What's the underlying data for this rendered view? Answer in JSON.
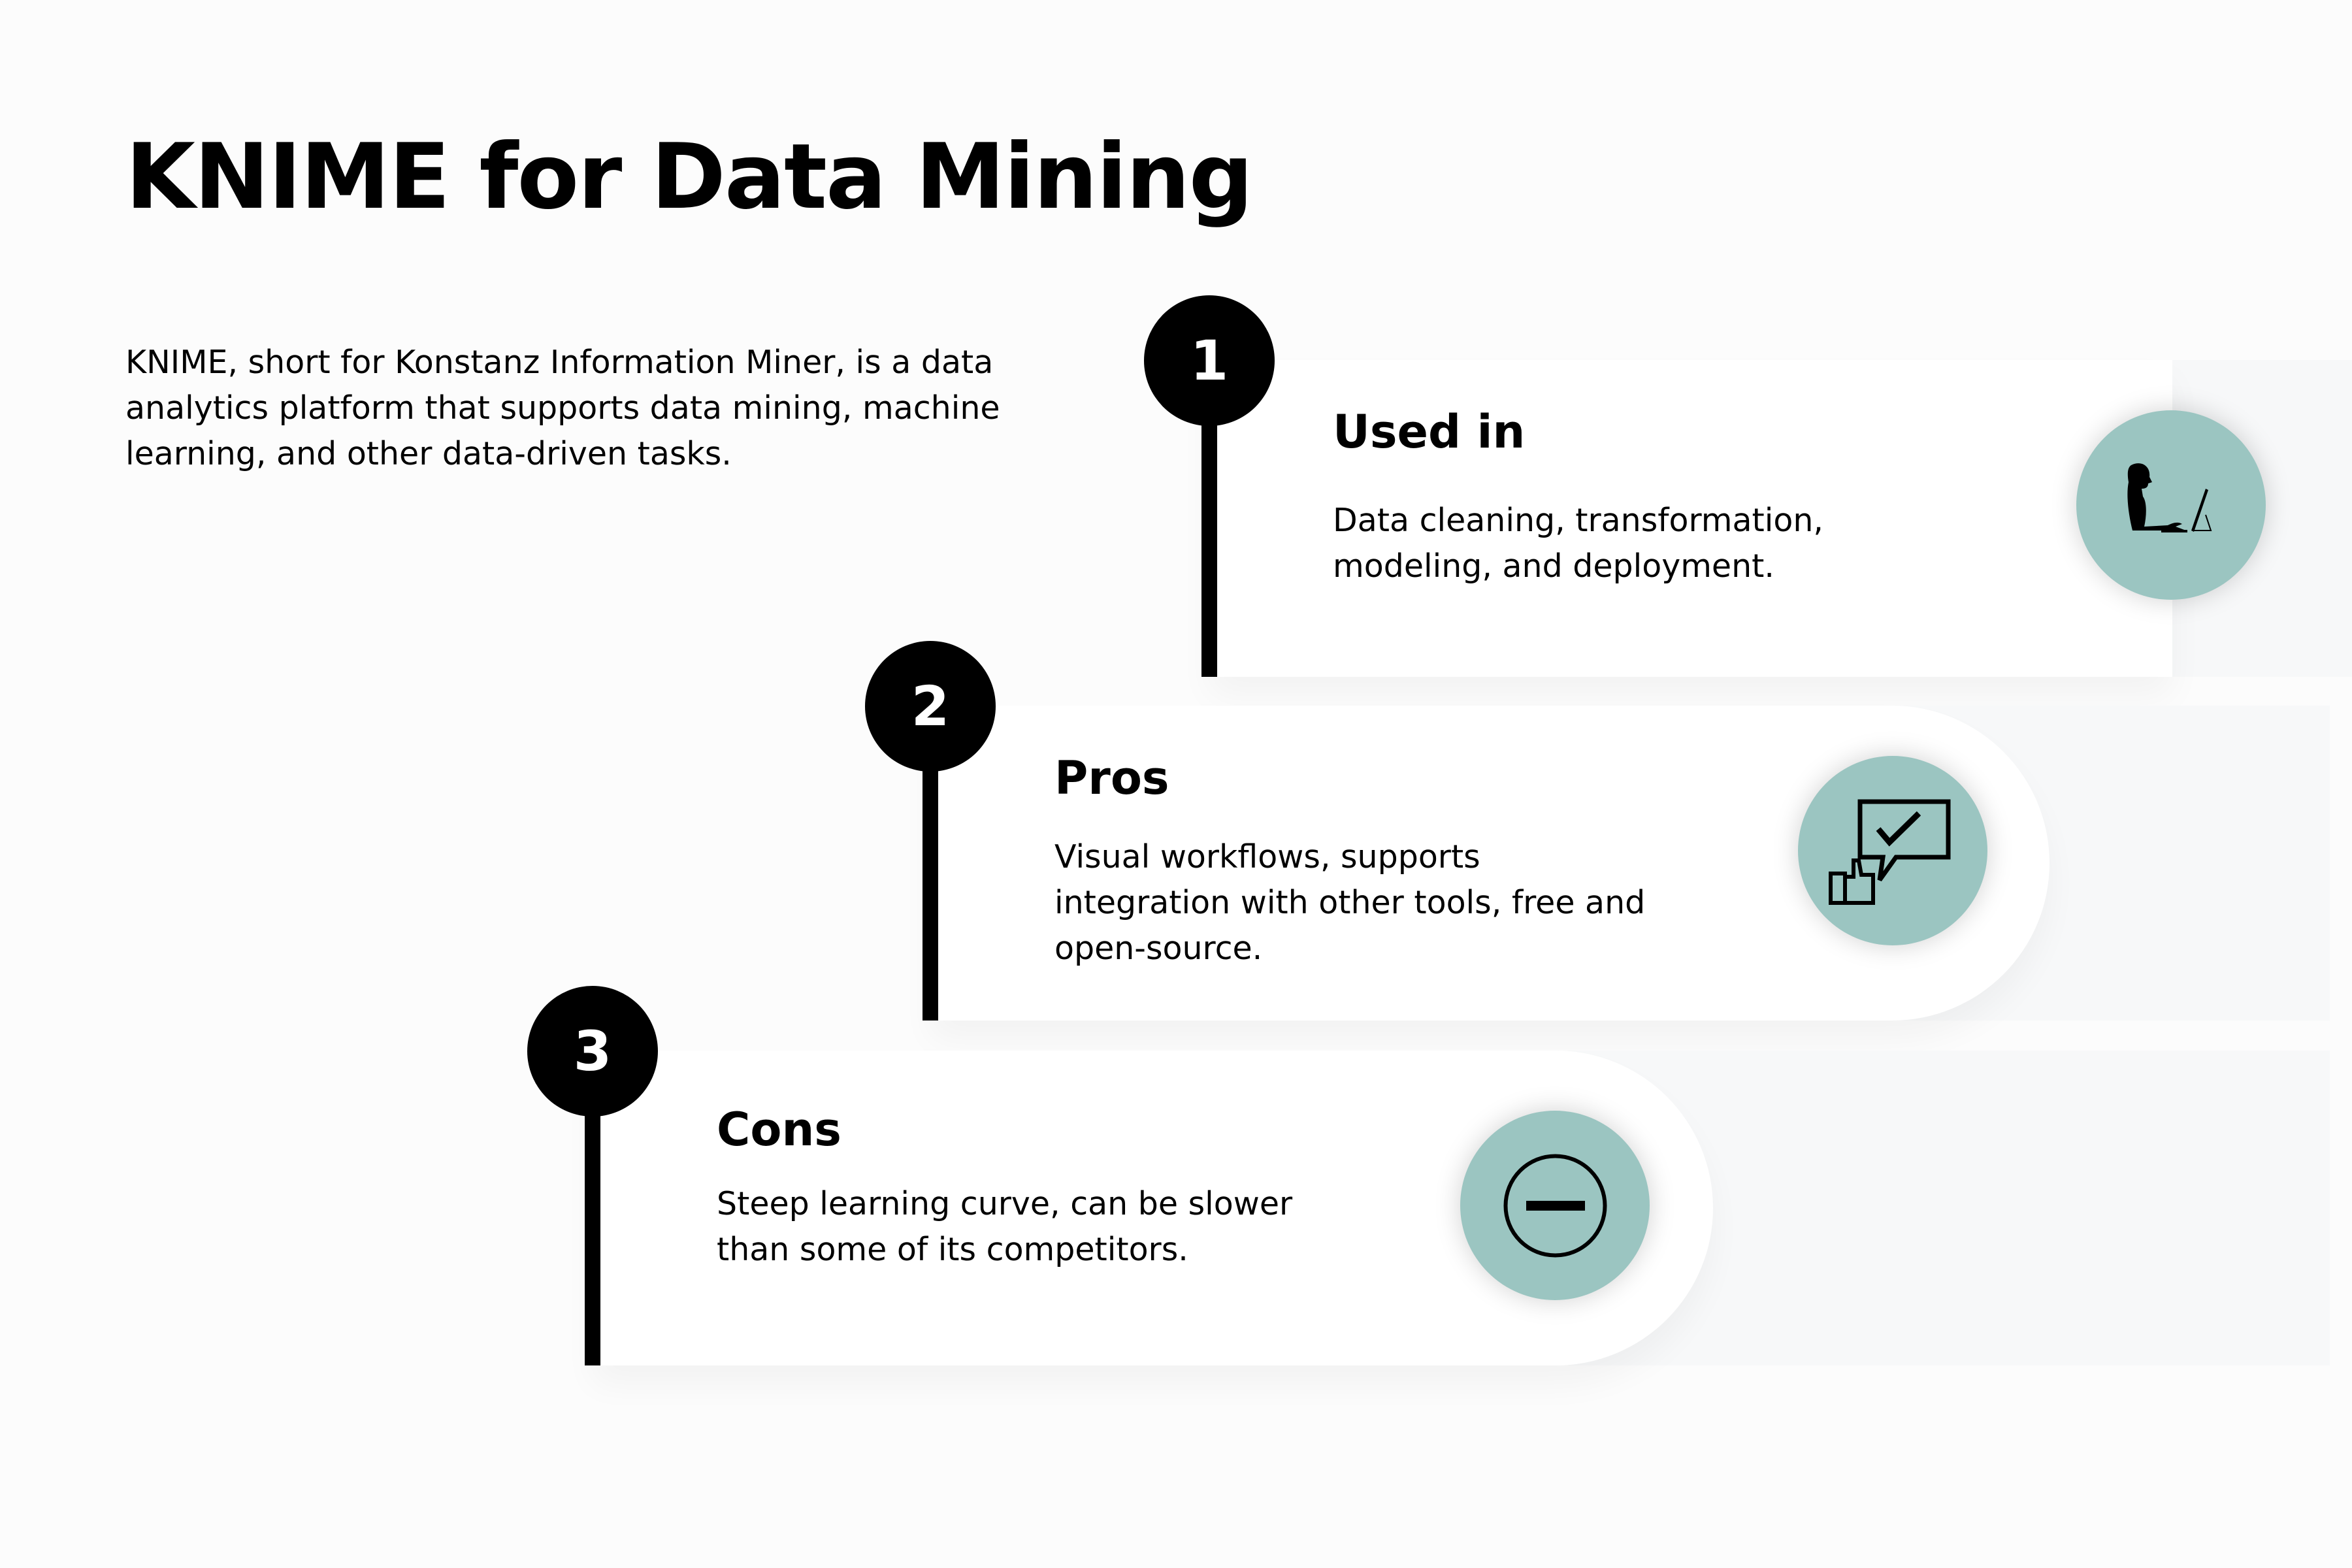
{
  "title": "KNIME for Data Mining",
  "intro": "KNIME, short for Konstanz Information Miner, is a data analytics platform that supports data mining, machine learning, and other data-driven tasks.",
  "colors": {
    "accent": "#9bc5c1",
    "badge": "#000000",
    "card": "#ffffff",
    "strip": "#f7f8f9",
    "background": "#fcfcfc"
  },
  "steps": [
    {
      "number": "1",
      "title": "Used in",
      "text": "Data cleaning, transformation, modeling, and deployment.",
      "icon": "person-at-computer-icon"
    },
    {
      "number": "2",
      "title": "Pros",
      "text": "Visual workflows, supports integration with other tools, free and open-source.",
      "icon": "thumbs-up-checkmark-icon"
    },
    {
      "number": "3",
      "title": "Cons",
      "text": "Steep learning curve, can be slower than some of its competitors.",
      "icon": "minus-circle-icon"
    }
  ]
}
